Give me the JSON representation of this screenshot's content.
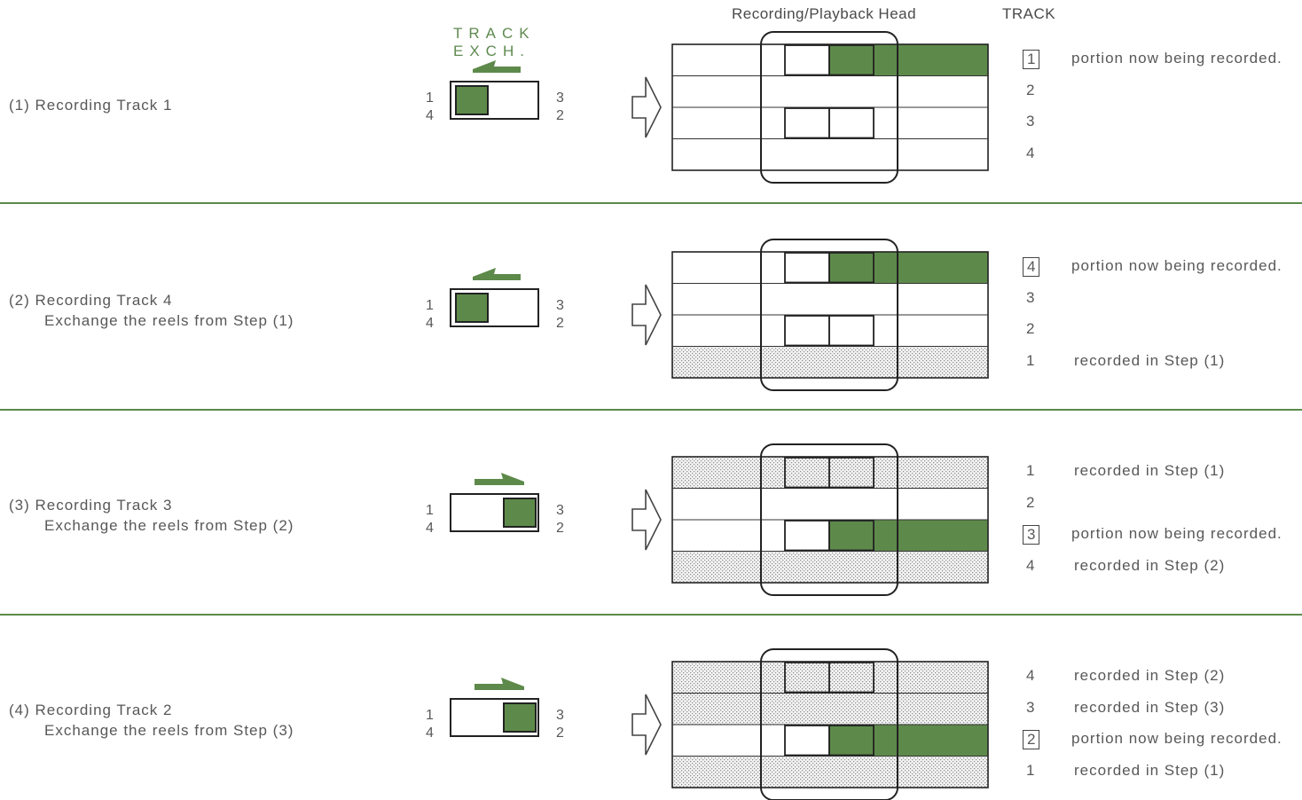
{
  "header": {
    "head_label": "Recording/Playback Head",
    "track_label": "TRACK",
    "exch_line1": "TRACK",
    "exch_line2": "EXCH."
  },
  "colors": {
    "green": "#5d8a4a",
    "dotted": "#d8d8d8",
    "line": "#222222"
  },
  "steps": [
    {
      "title": "(1) Recording Track 1",
      "subtitle": "",
      "switch": {
        "left_top": "1",
        "left_bottom": "4",
        "right_top": "3",
        "right_bottom": "2",
        "arrow": "left",
        "knob": "left"
      },
      "tape": {
        "rows": [
          "recording",
          "blank",
          "blank",
          "blank"
        ]
      },
      "legend": [
        {
          "num": "1",
          "boxed": true,
          "text": "portion now being recorded."
        },
        {
          "num": "2",
          "boxed": false,
          "text": ""
        },
        {
          "num": "3",
          "boxed": false,
          "text": ""
        },
        {
          "num": "4",
          "boxed": false,
          "text": ""
        }
      ]
    },
    {
      "title": "(2) Recording Track 4",
      "subtitle": "Exchange the reels from Step (1)",
      "switch": {
        "left_top": "1",
        "left_bottom": "4",
        "right_top": "3",
        "right_bottom": "2",
        "arrow": "left",
        "knob": "left"
      },
      "tape": {
        "rows": [
          "recording",
          "blank",
          "blank",
          "recorded"
        ]
      },
      "legend": [
        {
          "num": "4",
          "boxed": true,
          "text": "portion now being recorded."
        },
        {
          "num": "3",
          "boxed": false,
          "text": ""
        },
        {
          "num": "2",
          "boxed": false,
          "text": ""
        },
        {
          "num": "1",
          "boxed": false,
          "text": "recorded in Step (1)"
        }
      ]
    },
    {
      "title": "(3) Recording Track 3",
      "subtitle": "Exchange the reels from Step (2)",
      "switch": {
        "left_top": "1",
        "left_bottom": "4",
        "right_top": "3",
        "right_bottom": "2",
        "arrow": "right",
        "knob": "right"
      },
      "tape": {
        "rows": [
          "recorded",
          "blank",
          "recording",
          "recorded"
        ]
      },
      "legend": [
        {
          "num": "1",
          "boxed": false,
          "text": "recorded in Step (1)"
        },
        {
          "num": "2",
          "boxed": false,
          "text": ""
        },
        {
          "num": "3",
          "boxed": true,
          "text": "portion now being recorded."
        },
        {
          "num": "4",
          "boxed": false,
          "text": "recorded in Step (2)"
        }
      ]
    },
    {
      "title": "(4) Recording Track 2",
      "subtitle": "Exchange the reels from Step (3)",
      "switch": {
        "left_top": "1",
        "left_bottom": "4",
        "right_top": "3",
        "right_bottom": "2",
        "arrow": "right",
        "knob": "right"
      },
      "tape": {
        "rows": [
          "recorded",
          "recorded",
          "recording",
          "recorded"
        ]
      },
      "legend": [
        {
          "num": "4",
          "boxed": false,
          "text": "recorded in Step (2)"
        },
        {
          "num": "3",
          "boxed": false,
          "text": "recorded in Step (3)"
        },
        {
          "num": "2",
          "boxed": true,
          "text": "portion now being recorded."
        },
        {
          "num": "1",
          "boxed": false,
          "text": "recorded in Step (1)"
        }
      ]
    }
  ]
}
